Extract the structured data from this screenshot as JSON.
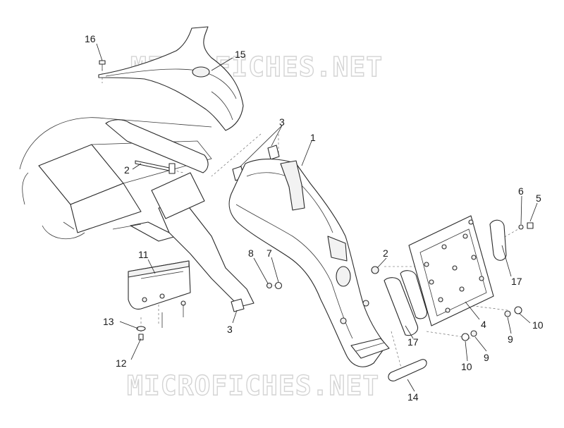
{
  "watermark": {
    "text": "MICROFICHES.NET"
  },
  "callouts": [
    {
      "id": "c16",
      "label": "16"
    },
    {
      "id": "c15",
      "label": "15"
    },
    {
      "id": "c3a",
      "label": "3"
    },
    {
      "id": "c1",
      "label": "1"
    },
    {
      "id": "c2a",
      "label": "2"
    },
    {
      "id": "c6",
      "label": "6"
    },
    {
      "id": "c5",
      "label": "5"
    },
    {
      "id": "c8",
      "label": "8"
    },
    {
      "id": "c7",
      "label": "7"
    },
    {
      "id": "c2b",
      "label": "2"
    },
    {
      "id": "c11",
      "label": "11"
    },
    {
      "id": "c17a",
      "label": "17"
    },
    {
      "id": "c13",
      "label": "13"
    },
    {
      "id": "c3b",
      "label": "3"
    },
    {
      "id": "c4",
      "label": "4"
    },
    {
      "id": "c10a",
      "label": "10"
    },
    {
      "id": "c9a",
      "label": "9"
    },
    {
      "id": "c17b",
      "label": "17"
    },
    {
      "id": "c12",
      "label": "12"
    },
    {
      "id": "c9b",
      "label": "9"
    },
    {
      "id": "c10b",
      "label": "10"
    },
    {
      "id": "c14",
      "label": "14"
    }
  ]
}
